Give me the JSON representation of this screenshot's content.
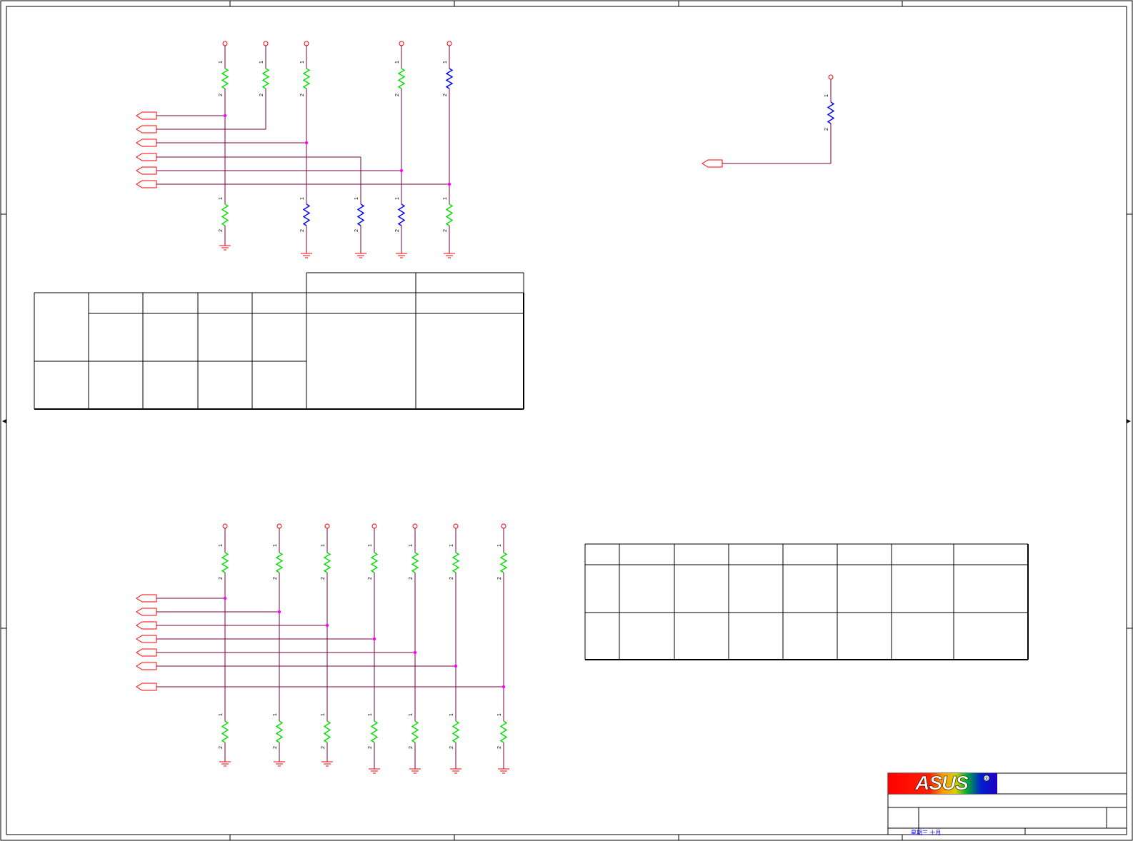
{
  "colors": {
    "wire": "#7a0040",
    "port": "#ff0000",
    "junction": "#ff00ff",
    "resistor_green": "#00e000",
    "resistor_blue": "#0000ff",
    "border": "#000000",
    "title_text": "#0000ff"
  },
  "pin_labels": {
    "one": "1",
    "two": "2"
  },
  "icons": [
    "power-rail-icon",
    "ground-icon",
    "offpage-port-icon",
    "resistor-icon",
    "junction-dot-icon",
    "asus-logo-icon"
  ],
  "title_block": {
    "logo_text": "ASUS",
    "registered": "®",
    "date_text": "星期三  十月"
  },
  "sections": {
    "top_left": {
      "columns": [
        {
          "top_resistor": "green",
          "bottom_resistor": "green"
        },
        {
          "top_resistor": "green",
          "bottom_resistor": null
        },
        {
          "top_resistor": "green",
          "bottom_resistor": "blue"
        },
        {
          "top_resistor": null,
          "bottom_resistor": "blue"
        },
        {
          "top_resistor": "green",
          "bottom_resistor": "blue"
        },
        {
          "top_resistor": "blue",
          "bottom_resistor": "green"
        }
      ],
      "ports": 6
    },
    "top_right": {
      "columns": [
        {
          "top_resistor": "blue",
          "bottom_resistor": null
        }
      ],
      "ports": 1
    },
    "bottom_left": {
      "columns": [
        {
          "top_resistor": "green",
          "bottom_resistor": "green"
        },
        {
          "top_resistor": "green",
          "bottom_resistor": "green"
        },
        {
          "top_resistor": "green",
          "bottom_resistor": "green"
        },
        {
          "top_resistor": "green",
          "bottom_resistor": "green"
        },
        {
          "top_resistor": "green",
          "bottom_resistor": "green"
        },
        {
          "top_resistor": "green",
          "bottom_resistor": "green"
        },
        {
          "top_resistor": "green",
          "bottom_resistor": "green"
        }
      ],
      "ports": 7
    }
  },
  "tables": {
    "strap_table_left": {
      "rows": 3,
      "cols": 7,
      "cells": []
    },
    "strap_table_right": {
      "rows": 3,
      "cols": 8,
      "cells": []
    }
  }
}
